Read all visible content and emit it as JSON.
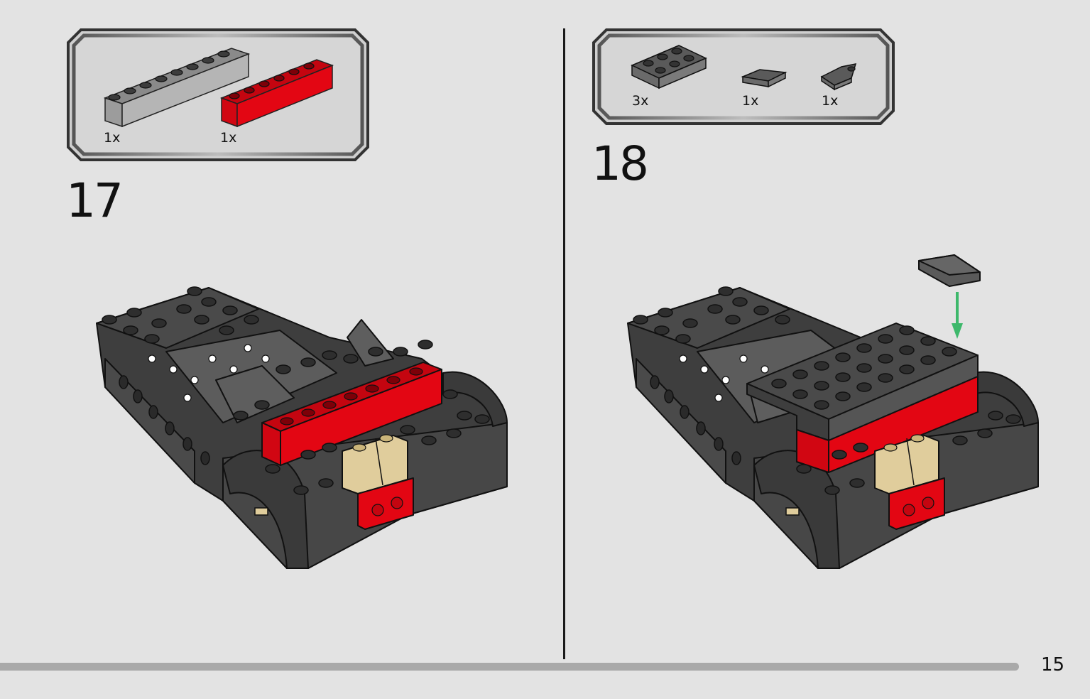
{
  "page": {
    "page_number": "15",
    "progress_fraction": 0.935
  },
  "steps": [
    {
      "number": "17",
      "parts": [
        {
          "qty": "1x",
          "icon": "dark-gray-1x8-brick-icon",
          "color": "#6b6b6b"
        },
        {
          "qty": "1x",
          "icon": "red-1x6-brick-icon",
          "color": "#e30613"
        }
      ]
    },
    {
      "number": "18",
      "parts": [
        {
          "qty": "3x",
          "icon": "dark-gray-2x3-plate-icon",
          "color": "#5a5a5a"
        },
        {
          "qty": "1x",
          "icon": "dark-gray-wedge-tile-icon",
          "color": "#5a5a5a"
        },
        {
          "qty": "1x",
          "icon": "dark-gray-wedge-plate-icon",
          "color": "#5a5a5a"
        }
      ]
    }
  ],
  "colors": {
    "background": "#e3e3e3",
    "dark_brick": "#3a3a3a",
    "red_brick": "#e30613",
    "tan_brick": "#e0cd9c",
    "arrow_green": "#3db86b"
  }
}
